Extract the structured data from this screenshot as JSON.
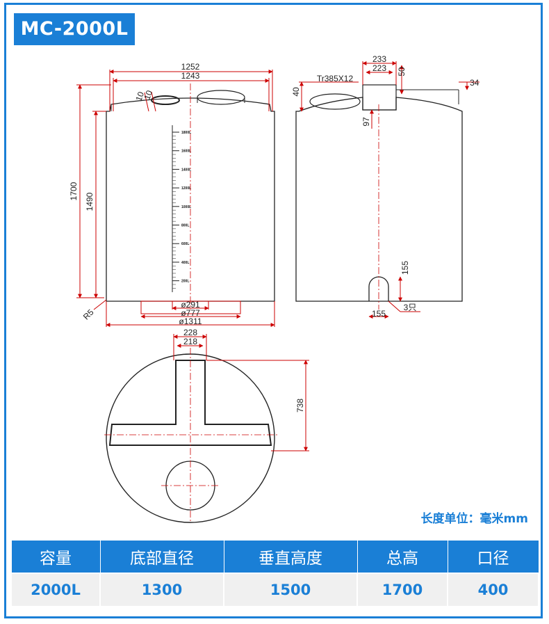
{
  "title": "MC-2000L",
  "unit_note": "长度单位：毫米mm",
  "front_view": {
    "dims": {
      "width_top_outer": "1252",
      "width_top_inner": "1243",
      "height_total": "1700",
      "height_vertical": "1490",
      "corner_radius": "R5",
      "wall_top_a": "10",
      "wall_top_b": "10",
      "bottom_port": "ø291",
      "bottom_base": "ø777",
      "body_diameter": "ø1311"
    },
    "scale_marks": [
      "1800L",
      "1600L",
      "1400L",
      "1200L",
      "1000L",
      "800L",
      "600L",
      "400L",
      "200L"
    ]
  },
  "side_view": {
    "dims": {
      "lid_thread": "Tr385X12",
      "lid_height": "40",
      "collar_outer": "233",
      "collar_inner": "223",
      "collar_height": "50",
      "rim_height": "34",
      "collar_depth": "97",
      "outlet_height": "155",
      "outlet_width": "155",
      "outlet_size": "3只"
    }
  },
  "top_view": {
    "dims": {
      "channel_outer": "228",
      "channel_inner": "218",
      "channel_length": "738"
    }
  },
  "spec_table": {
    "headers": [
      "容量",
      "底部直径",
      "垂直高度",
      "总高",
      "口径"
    ],
    "values": [
      "2000L",
      "1300",
      "1500",
      "1700",
      "400"
    ]
  }
}
